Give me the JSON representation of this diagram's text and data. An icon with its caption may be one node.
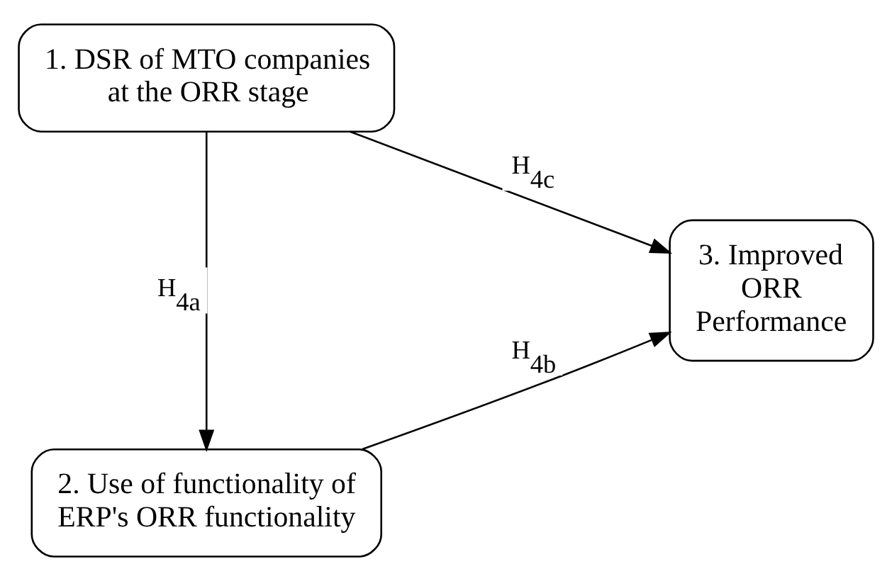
{
  "diagram": {
    "nodes": [
      {
        "text": [
          "1. DSR of MTO companies at the ORR stage"
        ]
      },
      {
        "text": [
          "2. Use of functionality of ERP's ORR functionality"
        ]
      },
      {
        "text": [
          "3. Improved ORR Performance"
        ]
      }
    ],
    "edges": [
      {
        "from": 0,
        "to": 1,
        "arrow": "to",
        "label": "H$_{4a}$"
      },
      {
        "from": 1,
        "to": 2,
        "arrow": "to",
        "label": "H$_{4b}$"
      },
      {
        "from": 0,
        "to": 2,
        "arrow": "to",
        "label": "H$_{4c}$"
      }
    ]
  }
}
